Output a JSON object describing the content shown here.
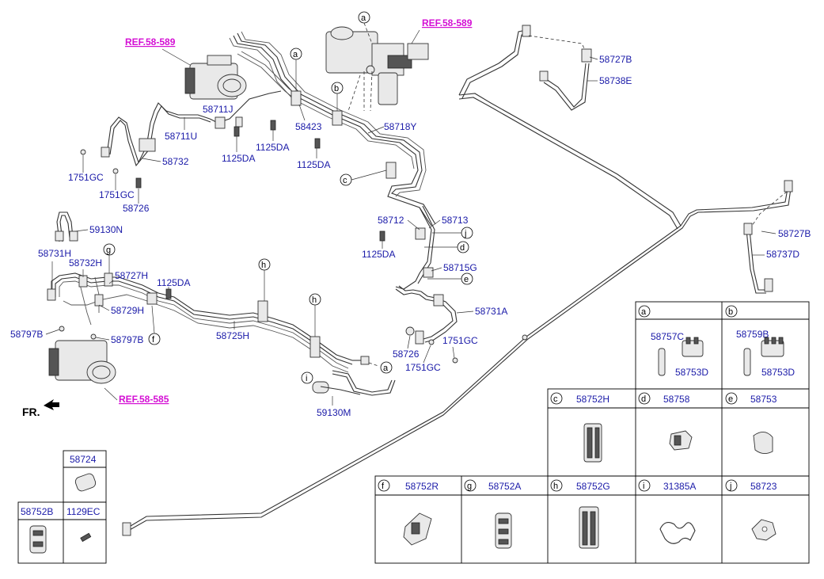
{
  "diagram": {
    "refs": {
      "ref_top_left": "REF.58-589",
      "ref_top_right": "REF.58-589",
      "ref_bottom": "REF.58-585"
    },
    "direction_label": "FR.",
    "callouts": {
      "p58727B_1": "58727B",
      "p58738E": "58738E",
      "p58711J": "58711J",
      "p58423": "58423",
      "p58718Y": "58718Y",
      "p58711U": "58711U",
      "p1125DA_1": "1125DA",
      "p1125DA_2": "1125DA",
      "p1125DA_3": "1125DA",
      "p58732": "58732",
      "p1751GC_1": "1751GC",
      "p1751GC_2": "1751GC",
      "p58726_1": "58726",
      "p58712": "58712",
      "p58713": "58713",
      "p1125DA_4": "1125DA",
      "p58727B_2": "58727B",
      "p58737D": "58737D",
      "p58715G": "58715G",
      "p59130N": "59130N",
      "p58731H": "58731H",
      "p58732H": "58732H",
      "p58727H": "58727H",
      "p1125DA_5": "1125DA",
      "p58729H": "58729H",
      "p58797B_1": "58797B",
      "p58797B_2": "58797B",
      "p58725H": "58725H",
      "p58731A": "58731A",
      "p58726_2": "58726",
      "p1751GC_3": "1751GC",
      "p1751GC_4": "1751GC",
      "p59130M": "59130M"
    },
    "circle_letters": {
      "a1": "a",
      "a2": "a",
      "a3": "a",
      "b": "b",
      "c": "c",
      "d": "d",
      "e": "e",
      "f": "f",
      "g": "g",
      "h1": "h",
      "h2": "h",
      "i": "i",
      "j": "j"
    },
    "parts_table": {
      "a": {
        "letter": "a",
        "parts": [
          "58757C",
          "58753D"
        ]
      },
      "b": {
        "letter": "b",
        "parts": [
          "58759B",
          "58753D"
        ]
      },
      "c": {
        "letter": "c",
        "part": "58752H"
      },
      "d": {
        "letter": "d",
        "part": "58758"
      },
      "e": {
        "letter": "e",
        "part": "58753"
      },
      "f": {
        "letter": "f",
        "part": "58752R"
      },
      "g": {
        "letter": "g",
        "part": "58752A"
      },
      "h": {
        "letter": "h",
        "part": "58752G"
      },
      "i": {
        "letter": "i",
        "part": "31385A"
      },
      "j": {
        "letter": "j",
        "part": "58723"
      }
    },
    "left_table": {
      "p58724": "58724",
      "p58752B": "58752B",
      "p1129EC": "1129EC"
    }
  }
}
